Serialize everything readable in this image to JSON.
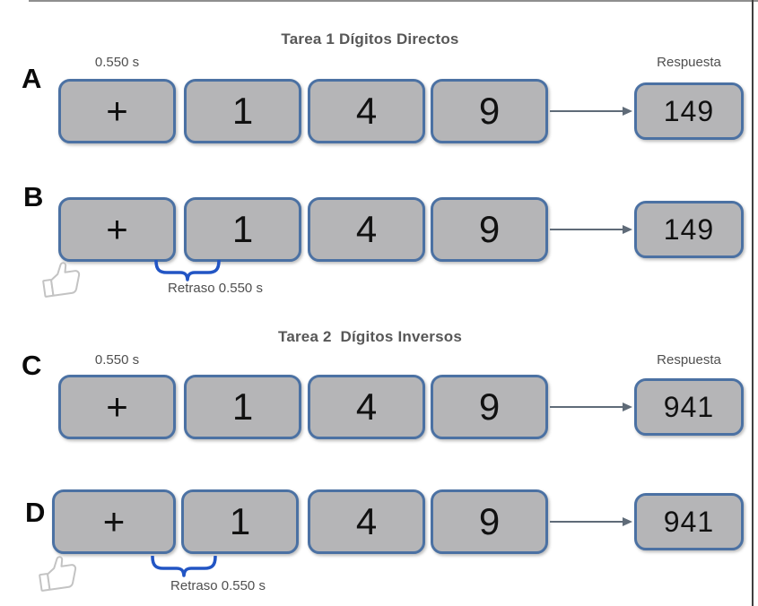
{
  "figure": {
    "tasks": [
      {
        "title": "Tarea 1 Dígitos Directos",
        "rows": [
          {
            "letter": "A",
            "duration_label": "0.550 s",
            "response_label": "Respuesta",
            "stimuli": [
              "+",
              "1",
              "4",
              "9"
            ],
            "response": "149"
          },
          {
            "letter": "B",
            "stimuli": [
              "+",
              "1",
              "4",
              "9"
            ],
            "response": "149",
            "delay_label": "Retraso 0.550 s",
            "icon": "thumbs-up"
          }
        ]
      },
      {
        "title": "Tarea 2  Dígitos Inversos",
        "rows": [
          {
            "letter": "C",
            "duration_label": "0.550 s",
            "response_label": "Respuesta",
            "stimuli": [
              "+",
              "1",
              "4",
              "9"
            ],
            "response": "941"
          },
          {
            "letter": "D",
            "stimuli": [
              "+",
              "1",
              "4",
              "9"
            ],
            "response": "941",
            "delay_label": "Retraso 0.550 s",
            "icon": "thumbs-up"
          }
        ]
      }
    ],
    "colors": {
      "box_fill": "#b5b5b7",
      "box_border": "#4b71a3",
      "bracket_blue": "#2255c4",
      "label_gray": "#4f4f4f",
      "title_gray": "#575757",
      "arrow_gray": "#5f6b78",
      "thumb_outline": "#c3c3c3"
    }
  }
}
